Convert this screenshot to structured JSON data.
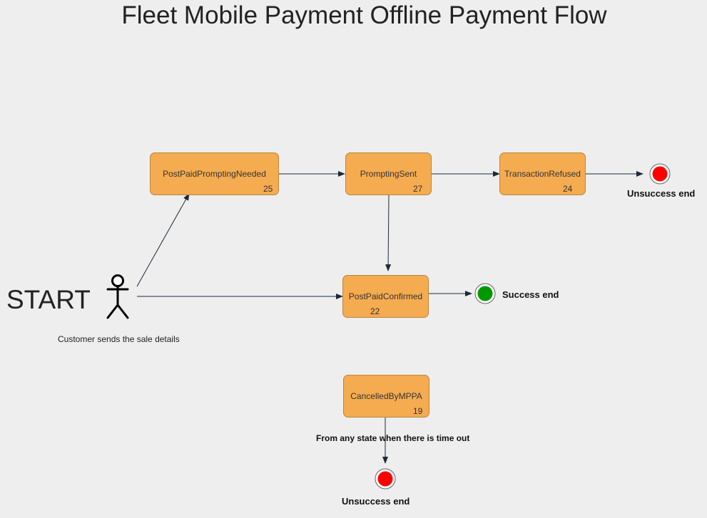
{
  "title": "Fleet Mobile Payment Offline Payment Flow",
  "start": {
    "label": "START",
    "caption": "Customer sends the sale details"
  },
  "states": {
    "post_paid_prompting_needed": {
      "name": "PostPaidPromptingNeeded",
      "code": "25"
    },
    "prompting_sent": {
      "name": "PromptingSent",
      "code": "27"
    },
    "transaction_refused": {
      "name": "TransactionRefused",
      "code": "24"
    },
    "post_paid_confirmed": {
      "name": "PostPaidConfirmed",
      "code": "22"
    },
    "cancelled_by_mppa": {
      "name": "CancelledByMPPA",
      "code": "19"
    }
  },
  "ends": {
    "unsuccess_top": "Unsuccess end",
    "success": "Success end",
    "unsuccess_bottom": "Unsuccess end"
  },
  "timeout_note": "From any state when there is time out",
  "colors": {
    "state_fill": "#f5ab50",
    "success": "#009900",
    "failure": "#ff0000",
    "edge": "#1b2a3a"
  }
}
